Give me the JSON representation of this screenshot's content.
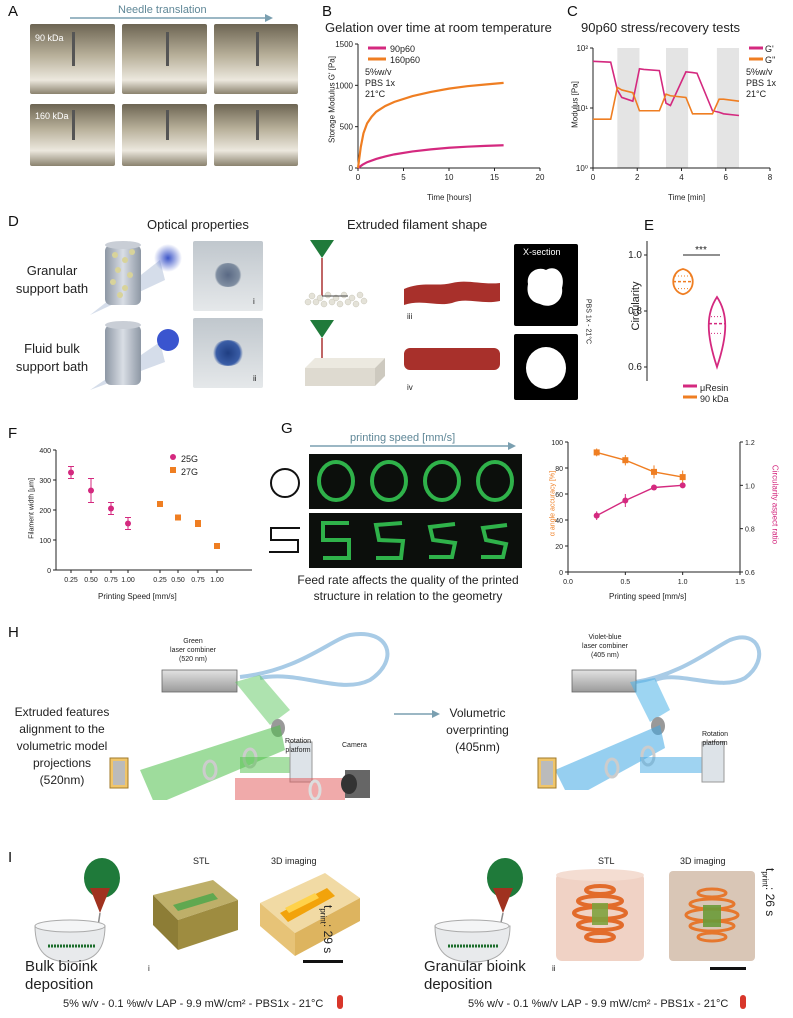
{
  "panels": {
    "A": {
      "letter": "A",
      "arrow_label": "Needle translation",
      "row_labels": [
        "90 kDa",
        "160 kDa"
      ]
    },
    "B": {
      "letter": "B",
      "title": "Gelation over time at room temperature",
      "legend": [
        "90p60",
        "160p60"
      ],
      "conditions": [
        "5%w/v",
        "PBS 1x",
        "21°C"
      ],
      "ylabel": "Storage Modulus G' [Pa]",
      "xlabel": "Time [hours]",
      "xticks": [
        "0",
        "5",
        "10",
        "15",
        "20"
      ],
      "yticks": [
        "0",
        "500",
        "1000",
        "1500"
      ]
    },
    "C": {
      "letter": "C",
      "title": "90p60 stress/recovery tests",
      "legend": [
        "G'",
        "G''"
      ],
      "conditions": [
        "5%w/v",
        "PBS 1x",
        "21°C"
      ],
      "ylabel": "Modulus [Pa]",
      "xlabel": "Time [min]",
      "xticks": [
        "0",
        "2",
        "4",
        "6",
        "8"
      ],
      "yticks": [
        "10⁰",
        "10¹",
        "10²"
      ]
    },
    "D": {
      "letter": "D",
      "optical_title": "Optical properties",
      "extruded_title": "Extruded filament shape",
      "granular_label": [
        "Granular",
        "support bath"
      ],
      "fluid_label": [
        "Fluid bulk",
        "support bath"
      ],
      "sub": [
        "i",
        "ii",
        "iii",
        "iv"
      ],
      "xsection_label": "X-section",
      "side_label": "PBS 1x - 21°C"
    },
    "E": {
      "letter": "E",
      "ylabel": "Circularity",
      "yticks": [
        "0.6",
        "0.8",
        "1.0"
      ],
      "significance": "***",
      "legend": [
        "μResin",
        "90 kDa"
      ]
    },
    "F": {
      "letter": "F",
      "ylabel": "Filament width [μm]",
      "xlabel": "Printing Speed [mm/s]",
      "xticks": [
        "0.25",
        "0.50",
        "0.75",
        "1.00",
        "0.25",
        "0.50",
        "0.75",
        "1.00"
      ],
      "yticks": [
        "0",
        "100",
        "200",
        "300",
        "400"
      ],
      "legend": [
        "25G",
        "27G"
      ]
    },
    "G": {
      "letter": "G",
      "speed_label": "printing speed [mm/s]",
      "caption": [
        "Feed rate affects the quality of the  printed",
        "structure in relation to the geometry"
      ],
      "ylabel_left": "α angle accuracy [%]",
      "ylabel_right": "Circularity aspect ratio",
      "xlabel": "Printing speed [mm/s]",
      "xticks": [
        "0.0",
        "0.5",
        "1.0",
        "1.5"
      ],
      "yticks_left": [
        "0",
        "20",
        "40",
        "60",
        "80",
        "100"
      ],
      "yticks_right": [
        "0.6",
        "0.8",
        "1.0",
        "1.2"
      ]
    },
    "H": {
      "letter": "H",
      "green_laser": [
        "Green",
        "laser combiner",
        "(520 nm)"
      ],
      "violet_laser": [
        "Violet-blue",
        "laser combiner",
        "(405 nm)"
      ],
      "left_text": [
        "Extruded features",
        "alignment to the",
        "volumetric model",
        "projections",
        "(520nm)"
      ],
      "middle_text": [
        "Volumetric",
        "overprinting",
        "(405nm)"
      ],
      "rotation_platform": [
        "Rotation",
        "platform"
      ],
      "camera": "Camera"
    },
    "I": {
      "letter": "I",
      "stl": "STL",
      "imaging": "3D imaging",
      "t_print_left": "29 s",
      "t_print_right": "26 s",
      "t_print_prefix": "t",
      "t_print_sub": "print",
      "bulk_label": [
        "Bulk bioink",
        "deposition"
      ],
      "granular_label": [
        "Granular bioink",
        "deposition"
      ],
      "sub": [
        "i",
        "ii"
      ],
      "conditions": "5% w/v - 0.1 %w/v LAP - 9.9 mW/cm² - PBS1x - 21°C"
    }
  },
  "colors": {
    "magenta": "#d4297f",
    "orange": "#ef7e22",
    "teal_arrow": "#7a9fb0",
    "green_print": "#2fb24a"
  },
  "chart_data": [
    {
      "type": "line",
      "panel": "B",
      "title": "Gelation over time at room temperature",
      "xlabel": "Time [hours]",
      "ylabel": "Storage Modulus G' [Pa]",
      "xlim": [
        0,
        20
      ],
      "ylim": [
        0,
        1500
      ],
      "series": [
        {
          "name": "90p60",
          "x": [
            0,
            0.5,
            1,
            2,
            3,
            4,
            6,
            8,
            10,
            12,
            14,
            16
          ],
          "values": [
            0,
            40,
            70,
            110,
            140,
            165,
            200,
            225,
            245,
            258,
            268,
            275
          ]
        },
        {
          "name": "160p60",
          "x": [
            0,
            0.3,
            0.6,
            1,
            1.5,
            2,
            3,
            4,
            6,
            8,
            10,
            12,
            14,
            16
          ],
          "values": [
            0,
            250,
            420,
            540,
            620,
            680,
            750,
            800,
            870,
            920,
            960,
            990,
            1010,
            1030
          ]
        }
      ]
    },
    {
      "type": "line",
      "panel": "C",
      "title": "90p60 stress/recovery tests",
      "xlabel": "Time [min]",
      "ylabel": "Modulus [Pa]",
      "xlim": [
        0,
        8
      ],
      "ylim": [
        1,
        100
      ],
      "yscale": "log",
      "series": [
        {
          "name": "G'",
          "x": [
            0,
            0.8,
            1.1,
            1.3,
            1.8,
            2.1,
            2.3,
            3.0,
            3.3,
            3.5,
            4.2,
            4.5,
            4.7,
            5.4,
            5.7,
            5.9,
            6.6
          ],
          "values": [
            60,
            58,
            20,
            15,
            13,
            45,
            44,
            42,
            12,
            11,
            40,
            39,
            38,
            9,
            8.5,
            8,
            7.5
          ]
        },
        {
          "name": "G''",
          "x": [
            0,
            0.8,
            1.1,
            1.3,
            1.8,
            2.1,
            2.3,
            3.0,
            3.3,
            3.5,
            4.2,
            4.5,
            4.7,
            5.4,
            5.7,
            5.9,
            6.6
          ],
          "values": [
            6.5,
            6.5,
            22,
            20,
            18,
            9,
            9,
            9,
            17,
            16,
            15,
            8,
            8,
            8,
            14,
            14,
            13
          ]
        }
      ],
      "shaded_intervals": [
        [
          1.1,
          2.1
        ],
        [
          3.3,
          4.3
        ],
        [
          5.6,
          6.6
        ]
      ]
    },
    {
      "type": "violin",
      "panel": "E",
      "ylabel": "Circularity",
      "ylim": [
        0.55,
        1.05
      ],
      "series": [
        {
          "name": "90 kDa",
          "median": 0.905,
          "quartiles": [
            0.88,
            0.925
          ],
          "range": [
            0.86,
            0.95
          ]
        },
        {
          "name": "μResin",
          "median": 0.755,
          "quartiles": [
            0.72,
            0.78
          ],
          "range": [
            0.6,
            0.85
          ]
        }
      ]
    },
    {
      "type": "scatter",
      "panel": "F",
      "xlabel": "Printing Speed [mm/s]",
      "ylabel": "Filament width [μm]",
      "ylim": [
        0,
        400
      ],
      "series": [
        {
          "name": "25G",
          "x": [
            0.25,
            0.5,
            0.75,
            1.0
          ],
          "values": [
            325,
            265,
            205,
            155
          ],
          "errors": [
            20,
            40,
            20,
            20
          ]
        },
        {
          "name": "27G",
          "x": [
            0.25,
            0.5,
            0.75,
            1.0
          ],
          "values": [
            220,
            175,
            155,
            80
          ],
          "errors": [
            5,
            5,
            10,
            5
          ]
        }
      ]
    },
    {
      "type": "line",
      "panel": "G",
      "xlabel": "Printing speed [mm/s]",
      "xlim": [
        0,
        1.5
      ],
      "series": [
        {
          "name": "α angle accuracy [%]",
          "axis": "left",
          "ylim": [
            0,
            100
          ],
          "x": [
            0.25,
            0.5,
            0.75,
            1.0
          ],
          "values": [
            92,
            86,
            77,
            73
          ],
          "errors": [
            3,
            4,
            5,
            5
          ]
        },
        {
          "name": "Circularity aspect ratio",
          "axis": "right",
          "ylim": [
            0.6,
            1.2
          ],
          "x": [
            0.25,
            0.5,
            0.75,
            1.0
          ],
          "values": [
            0.86,
            0.93,
            0.99,
            1.0
          ],
          "errors": [
            0.02,
            0.03,
            0.01,
            0.0
          ]
        }
      ]
    }
  ]
}
